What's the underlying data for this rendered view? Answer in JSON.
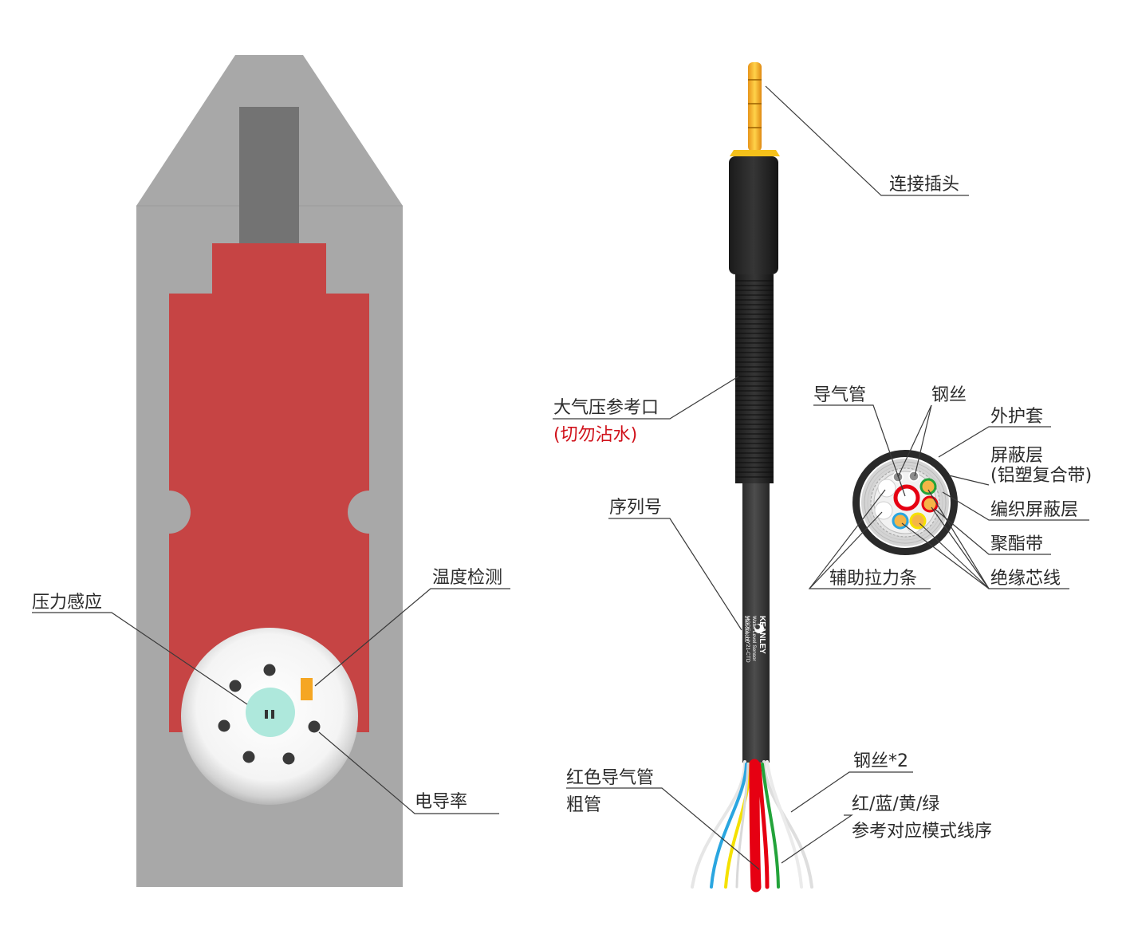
{
  "sensor_labels": {
    "pressure": "压力感应",
    "temperature": "温度检测",
    "conductivity": "电导率"
  },
  "cable_labels": {
    "plug": "连接插头",
    "atmos_line1": "大气压参考口",
    "atmos_line2": "(切勿沾水)",
    "serial": "序列号",
    "red_tube_line1": "红色导气管",
    "red_tube_line2": "粗管",
    "steel_wire_2": "钢丝*2",
    "color_seq_line1": "红/蓝/黄/绿",
    "color_seq_line2": "参考对应模式线序"
  },
  "cross_section_labels": {
    "air_tube": "导气管",
    "steel_wire": "钢丝",
    "outer_jacket": "外护套",
    "shield_line1": "屏蔽层",
    "shield_line2": "(铝塑复合带)",
    "braided_shield": "编织屏蔽层",
    "polyester_tape": "聚酯带",
    "insulated_core": "绝缘芯线",
    "aux_tension": "辅助拉力条"
  },
  "cable_print": {
    "brand": "KEANLEY",
    "product": "Water Level Sensor",
    "model": "MODEL: HY21-CTD",
    "serial_no": "2501000001"
  },
  "colors": {
    "housing": "#a8a8a8",
    "housing_rod": "#737373",
    "sensor_body": "#c64444",
    "endcap": "#f0f0f0",
    "pressure_sensor": "#aee8dc",
    "temp_sensor": "#f5a623",
    "cable": "#3d3d3d",
    "plug_gold": "#f0a81c",
    "label_red": "#d0121b",
    "wire_red": "#e60012",
    "wire_blue": "#2aa6e0",
    "wire_yellow": "#f5e100",
    "wire_green": "#23a33a"
  }
}
